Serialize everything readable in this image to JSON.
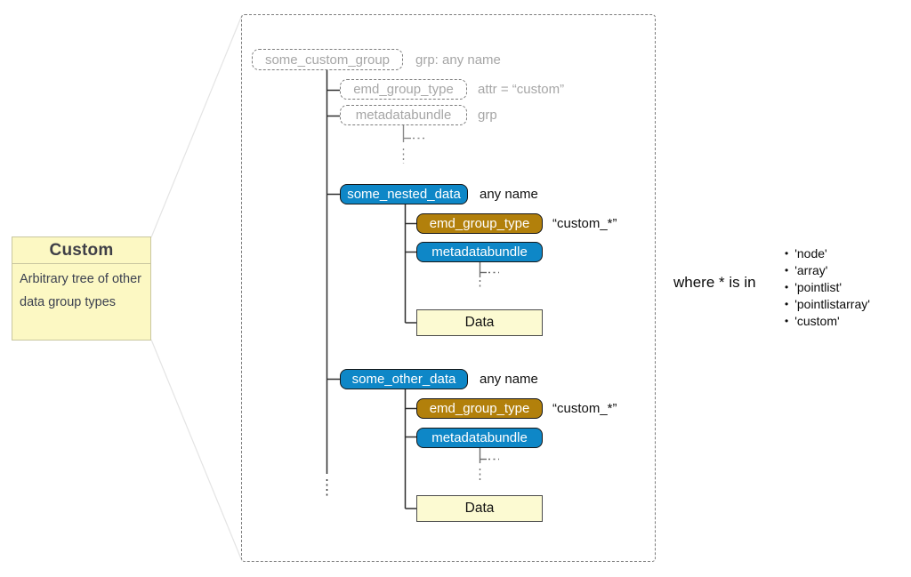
{
  "colors": {
    "blue": "#0e87c7",
    "ochre": "#b2800b",
    "pale-yellow": "#fcfad2",
    "card-yellow": "#fcf8c3",
    "card-border": "#c9c6a0",
    "gray-text": "#a6a6a6",
    "dash-border": "#7d7d7d",
    "line-dark": "#2e2e2e",
    "line-mid": "#6b6b6b",
    "line-gray": "#8a8a8a",
    "diagonal": "#e4e4e4"
  },
  "card": {
    "title": "Custom",
    "description": "Arbitrary tree of other data group types"
  },
  "tree": {
    "root": {
      "label": "some_custom_group",
      "annotation": "grp: any name"
    },
    "root_attrs": [
      {
        "label": "emd_group_type",
        "annotation": "attr = “custom”"
      },
      {
        "label": "metadatabundle",
        "annotation": "grp"
      }
    ],
    "groups": [
      {
        "label": "some_nested_data",
        "annotation": "any name",
        "emd": {
          "label": "emd_group_type",
          "annotation": "“custom_*”"
        },
        "bundle": {
          "label": "metadatabundle"
        },
        "data": {
          "label": "Data"
        }
      },
      {
        "label": "some_other_data",
        "annotation": "any name",
        "emd": {
          "label": "emd_group_type",
          "annotation": "“custom_*”"
        },
        "bundle": {
          "label": "metadatabundle"
        },
        "data": {
          "label": "Data"
        }
      }
    ]
  },
  "side_note": {
    "lead": "where * is in",
    "items": [
      "'node'",
      "'array'",
      "'pointlist'",
      "'pointlistarray'",
      "'custom'"
    ]
  }
}
